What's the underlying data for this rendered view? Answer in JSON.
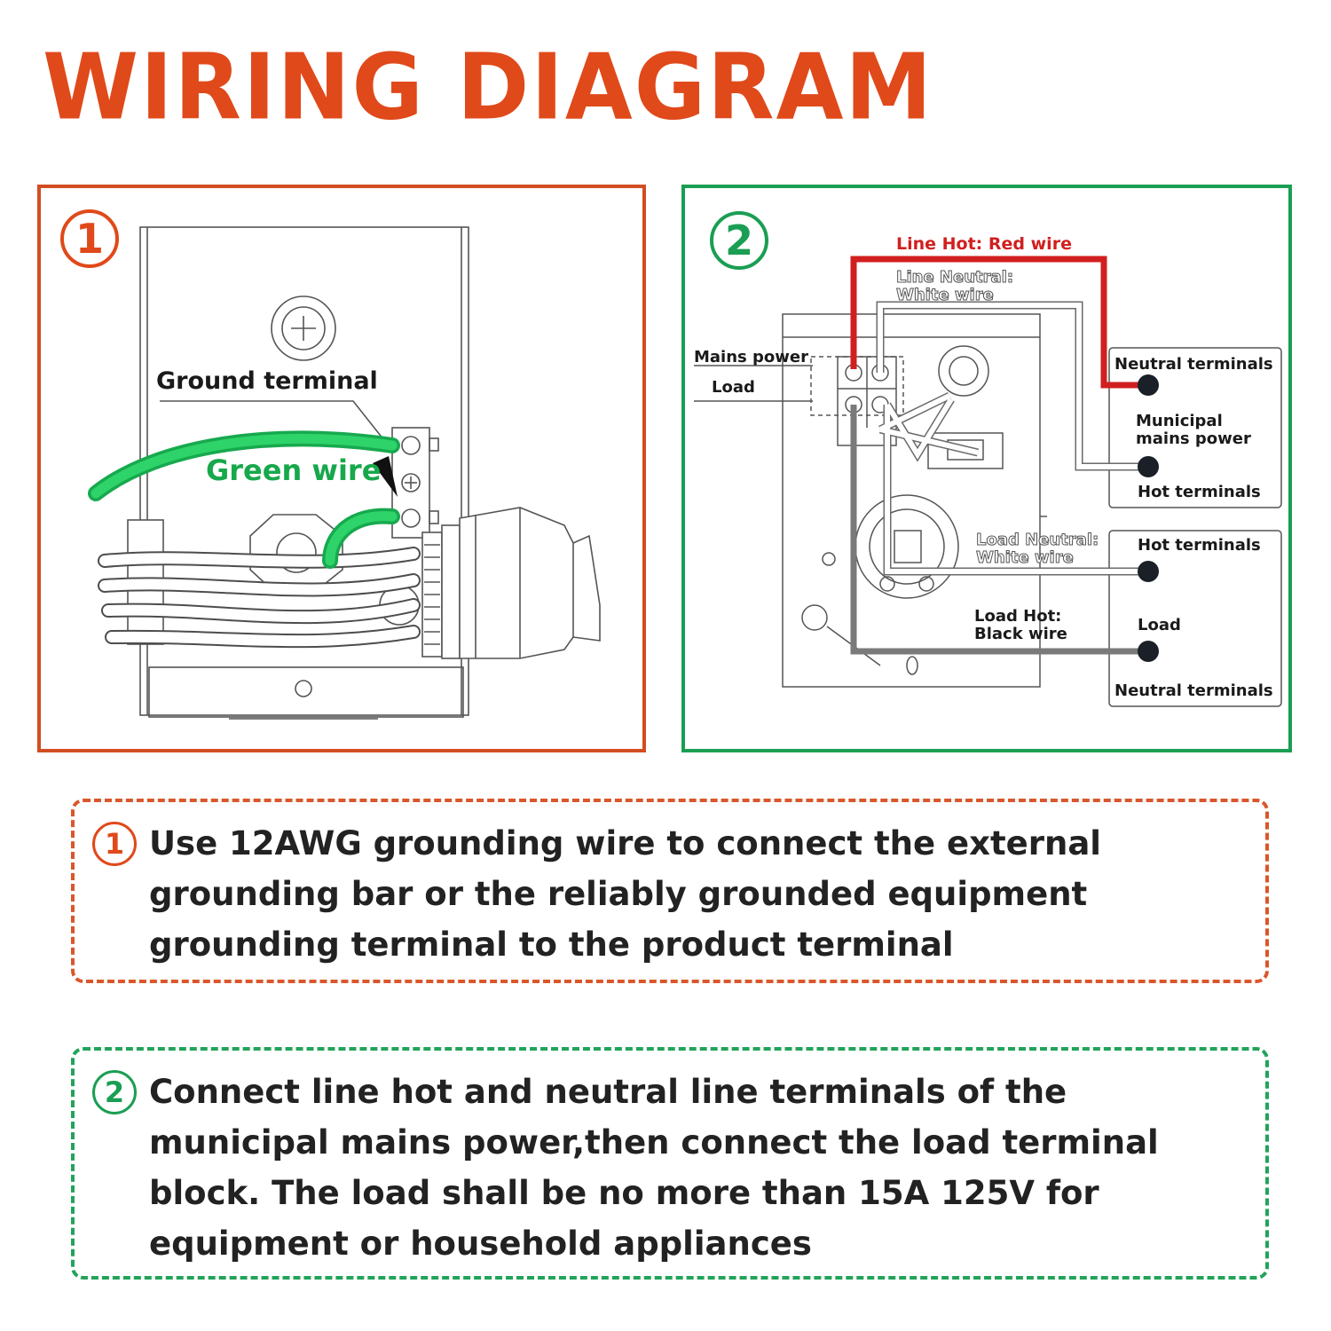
{
  "title": "WIRING DIAGRAM",
  "panel1": {
    "badge": "1",
    "ground_terminal_label": "Ground terminal",
    "green_wire_label": "Green wire"
  },
  "panel2": {
    "badge": "2",
    "line_hot_label": "Line Hot: Red wire",
    "line_neutral_label_1": "Line Neutral:",
    "line_neutral_label_2": "White wire",
    "mains_power_label": "Mains power",
    "load_label": "Load",
    "neutral_terminals_top": "Neutral terminals",
    "municipal_label_1": "Municipal",
    "municipal_label_2": "mains power",
    "hot_terminals_top": "Hot terminals",
    "hot_terminals_bottom": "Hot terminals",
    "load_right": "Load",
    "neutral_terminals_bottom": "Neutral terminals",
    "load_neutral_label_1": "Load Neutral:",
    "load_neutral_label_2": "White wire",
    "load_hot_label_1": "Load Hot:",
    "load_hot_label_2": "Black wire"
  },
  "notes": [
    {
      "badge": "1",
      "text": "Use 12AWG grounding wire to connect the external grounding bar or the reliably grounded equipment grounding terminal to the product terminal"
    },
    {
      "badge": "2",
      "text": "Connect line hot and neutral line terminals of the municipal mains power,then connect the load terminal block. The load shall be no more than 15A 125V for equipment or household appliances"
    }
  ],
  "colors": {
    "orange": "#e0491a",
    "green": "#1a9e53",
    "wire_green": "#18c35a",
    "wire_red": "#d11f1f",
    "wire_gray": "#7a7a7a"
  }
}
